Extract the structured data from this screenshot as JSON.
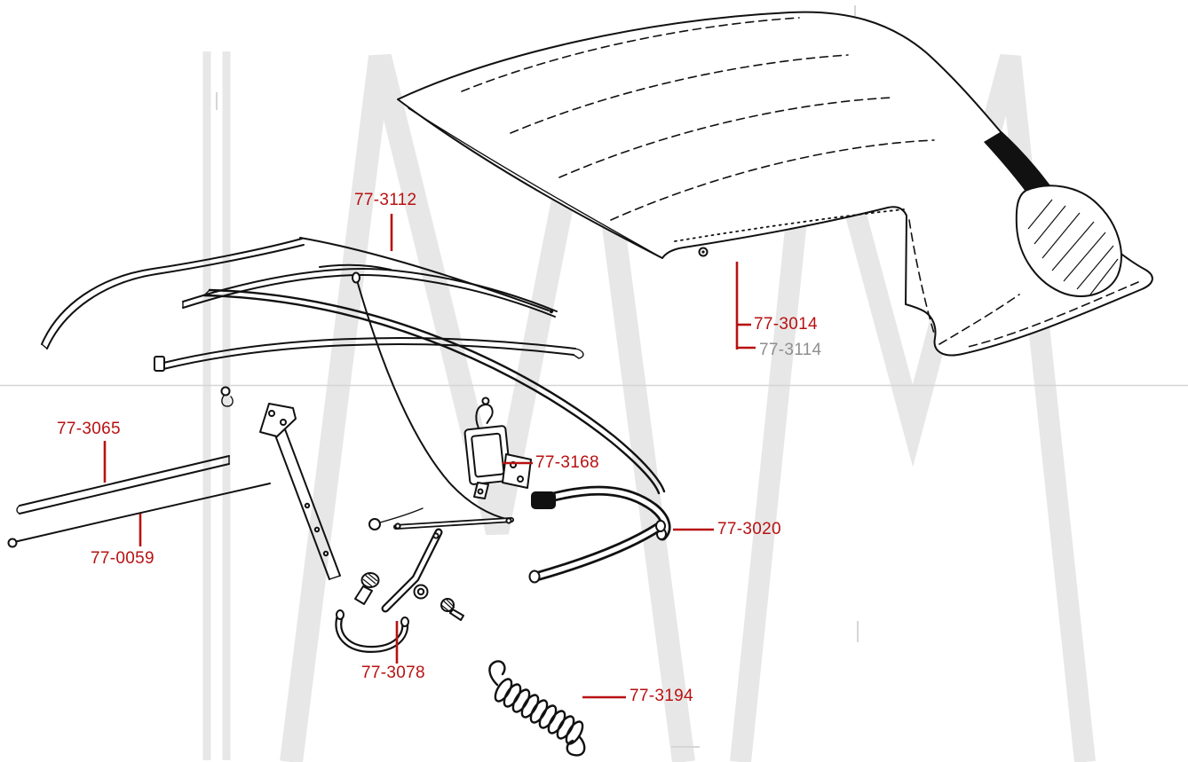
{
  "colors": {
    "label": "#b81111",
    "label_muted": "#8f8f8f",
    "leader": "#b81111",
    "ink": "#111111",
    "watermark": "#e7e7e7"
  },
  "labels": [
    {
      "id": "77-3112",
      "text": "77-3112",
      "muted": false
    },
    {
      "id": "77-3014",
      "text": "77-3014",
      "muted": false
    },
    {
      "id": "77-3114",
      "text": "77-3114",
      "muted": true
    },
    {
      "id": "77-3065",
      "text": "77-3065",
      "muted": false
    },
    {
      "id": "77-0059",
      "text": "77-0059",
      "muted": false
    },
    {
      "id": "77-3168",
      "text": "77-3168",
      "muted": false
    },
    {
      "id": "77-3020",
      "text": "77-3020",
      "muted": false
    },
    {
      "id": "77-3078",
      "text": "77-3078",
      "muted": false
    },
    {
      "id": "77-3194",
      "text": "77-3194",
      "muted": false
    }
  ]
}
